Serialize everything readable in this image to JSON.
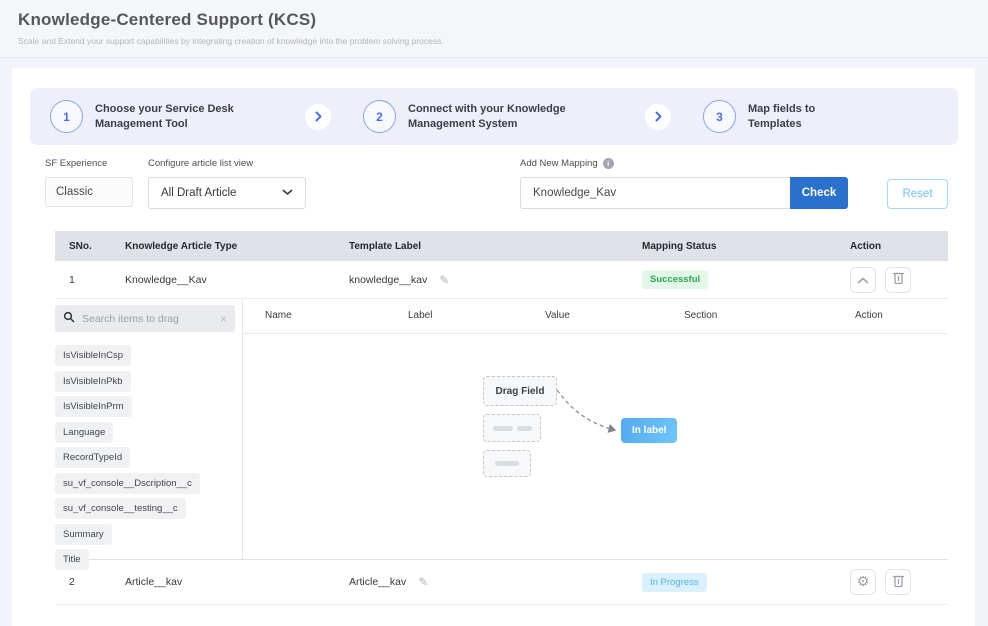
{
  "page": {
    "title": "Knowledge-Centered Support (KCS)",
    "subtitle": "Scale and Extend your support capabilities by integrating creation of knowledge into the problem solving process."
  },
  "stepper": {
    "steps": [
      {
        "number": "1",
        "label": "Choose your Service Desk Management Tool"
      },
      {
        "number": "2",
        "label": "Connect with your Knowledge Management System"
      },
      {
        "number": "3",
        "label": "Map fields to Templates"
      }
    ]
  },
  "controls": {
    "sf_experience_label": "SF Experience",
    "sf_experience_value": "Classic",
    "article_view_label": "Configure article list view",
    "article_view_value": "All Draft Article",
    "add_mapping_label": "Add New Mapping",
    "add_mapping_value": "Knowledge_Kav",
    "check_label": "Check",
    "reset_label": "Reset"
  },
  "table": {
    "headers": [
      "SNo.",
      "Knowledge Article Type",
      "Template Label",
      "Mapping Status",
      "Action"
    ],
    "rows": [
      {
        "sno": "1",
        "article_type": "Knowledge__Kav",
        "template_label": "knowledge__kav",
        "status": "Successful"
      },
      {
        "sno": "2",
        "article_type": "Article__kav",
        "template_label": "Article__kav",
        "status": "In Progress"
      }
    ]
  },
  "drag_panel": {
    "search_placeholder": "Search items to drag",
    "items": [
      "IsVisibleInCsp",
      "IsVisibleInPkb",
      "IsVisibleInPrm",
      "Language",
      "RecordTypeId",
      "su_vf_console__Dscription__c",
      "su_vf_console__testing__c",
      "Summary",
      "Title"
    ]
  },
  "subtable": {
    "headers": [
      "Name",
      "Label",
      "Value",
      "Section",
      "Action"
    ]
  },
  "illustration": {
    "drag_field": "Drag Field",
    "in_label": "In label"
  },
  "icons": {
    "gear": "⚙",
    "pencil": "✎",
    "close": "×",
    "info": "i"
  },
  "colors": {
    "primary_blue": "#2a70cd",
    "step_blue": "#4c6fee",
    "success_text": "#2aa94f",
    "success_bg": "#e3f8e9",
    "progress_text": "#4db4f0",
    "progress_bg": "#daf0fd",
    "in_label_gradient_start": "#54a9f0",
    "in_label_gradient_end": "#6fc5f8"
  }
}
